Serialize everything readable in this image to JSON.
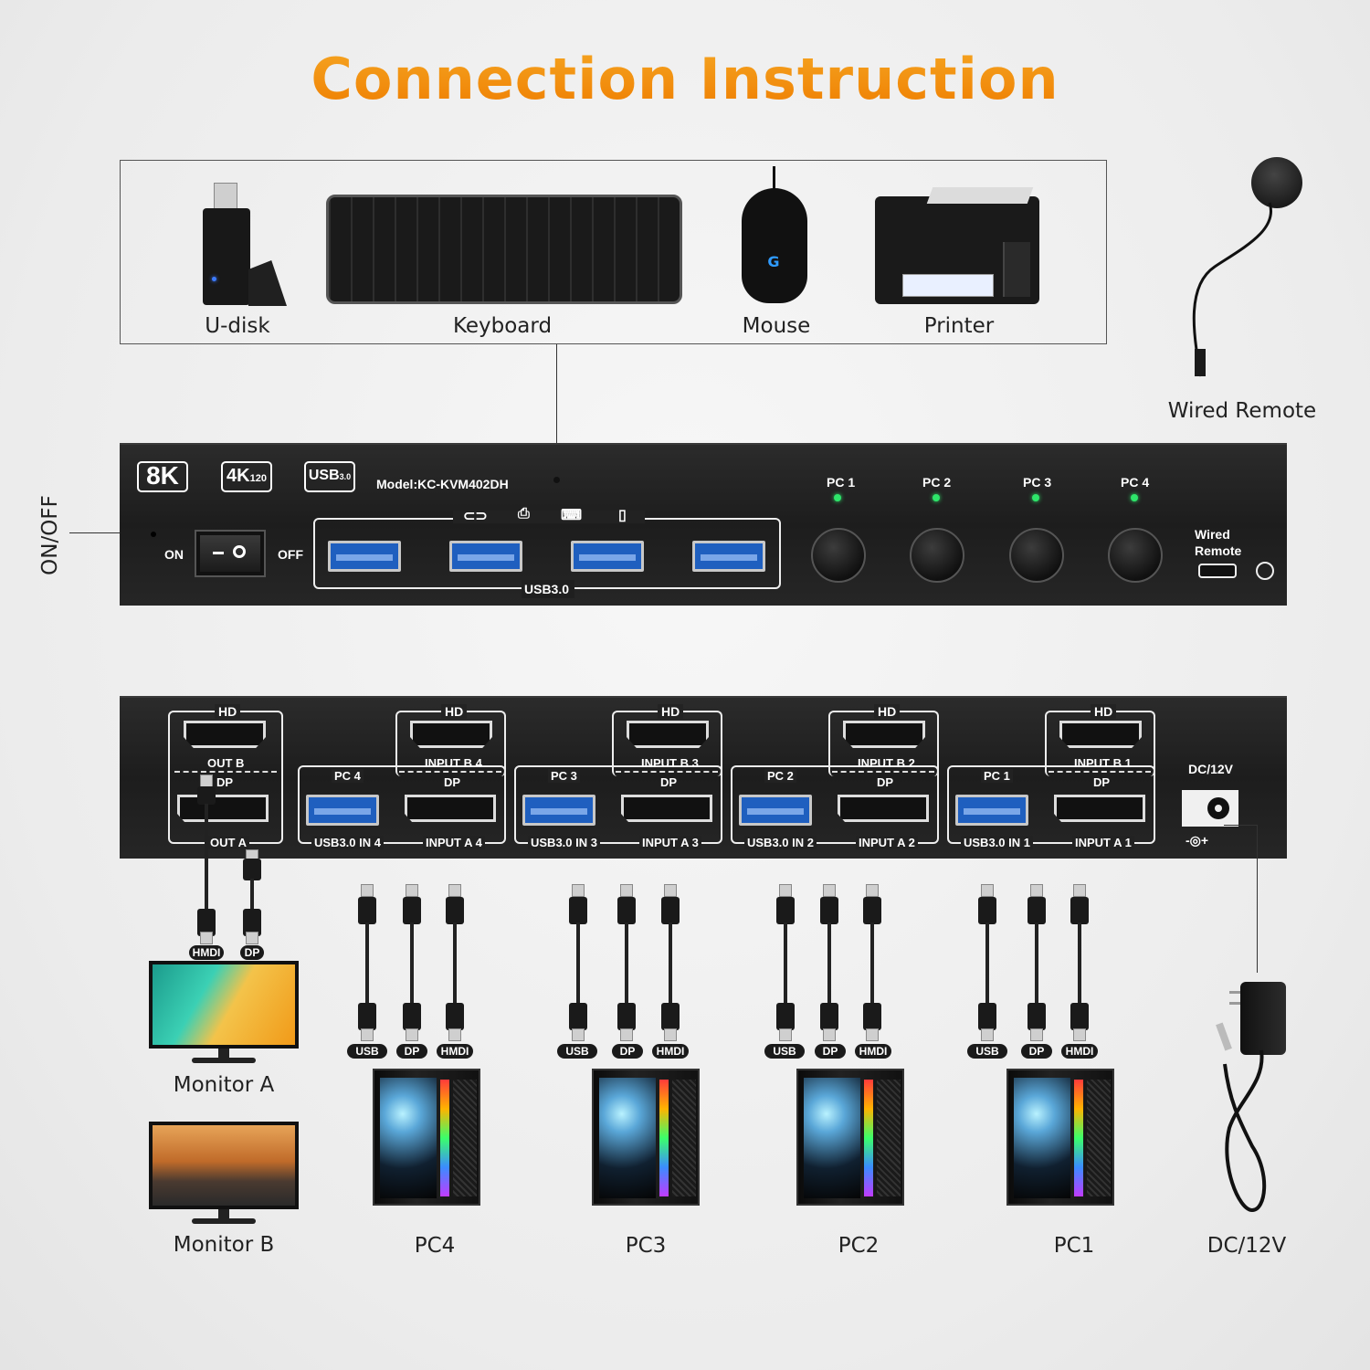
{
  "title": "Connection Instruction",
  "peripherals": [
    "U-disk",
    "Keyboard",
    "Mouse",
    "Printer"
  ],
  "remote_label": "Wired Remote",
  "onoff_label": "ON/OFF",
  "front": {
    "badges": {
      "k8": "8K",
      "k4": "4K",
      "k4_sub": "120",
      "usb": "USB",
      "usb_sub": "3.0"
    },
    "model": "Model:KC-KVM402DH",
    "on": "ON",
    "off": "OFF",
    "usb_label": "USB3.0",
    "pc_buttons": [
      "PC 1",
      "PC 2",
      "PC 3",
      "PC 4"
    ],
    "remote_port": "Wired\nRemote",
    "remote_line1": "Wired",
    "remote_line2": "Remote"
  },
  "rear": {
    "hd": "HD",
    "out_b": "OUT B",
    "dp": "DP",
    "out_a": "OUT A",
    "groups": [
      {
        "pc": "PC 4",
        "input_b": "INPUT B 4",
        "usb_in": "USB3.0 IN 4",
        "input_a": "INPUT A 4"
      },
      {
        "pc": "PC 3",
        "input_b": "INPUT B 3",
        "usb_in": "USB3.0 IN 3",
        "input_a": "INPUT A 3"
      },
      {
        "pc": "PC 2",
        "input_b": "INPUT B 2",
        "usb_in": "USB3.0 IN 2",
        "input_a": "INPUT A 2"
      },
      {
        "pc": "PC 1",
        "input_b": "INPUT B 1",
        "usb_in": "USB3.0 IN 1",
        "input_a": "INPUT A 1"
      }
    ],
    "dc": "DC/12V"
  },
  "cable_tags": {
    "usb": "USB",
    "dp": "DP",
    "hdmi": "HMDI"
  },
  "monitors": [
    "Monitor A",
    "Monitor B"
  ],
  "pcs": [
    "PC4",
    "PC3",
    "PC2",
    "PC1"
  ],
  "power_label": "DC/12V"
}
